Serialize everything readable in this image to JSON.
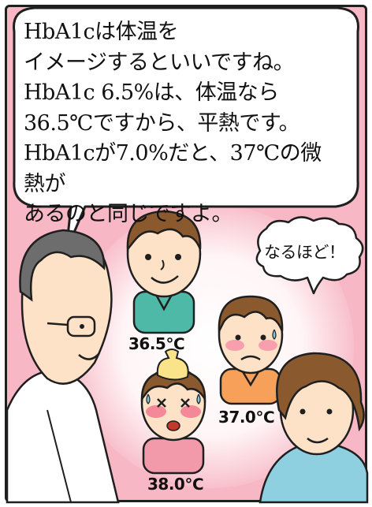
{
  "speech_bubble_main": {
    "text": "HbA1cは体温を\nイメージするといいですね。\nHbA1c 6.5%は、体温なら\n36.5℃ですから、平熱です。\nHbA1cが7.0%だと、37℃の微熱が\nあるのと同じですよ。"
  },
  "speech_bubble_small": {
    "text": "なるほど！"
  },
  "temperatures": {
    "normal": "36.5℃",
    "slight_fever": "37.0℃",
    "fever": "38.0℃"
  },
  "colors": {
    "background": "#f7b7c4",
    "outline": "#1f1f1f",
    "boy_shirt_teal": "#4fb9a8",
    "boy_shirt_orange": "#f6a05a",
    "boy_shirt_pink": "#f29aaa",
    "hair_brown": "#8a5a2e"
  }
}
